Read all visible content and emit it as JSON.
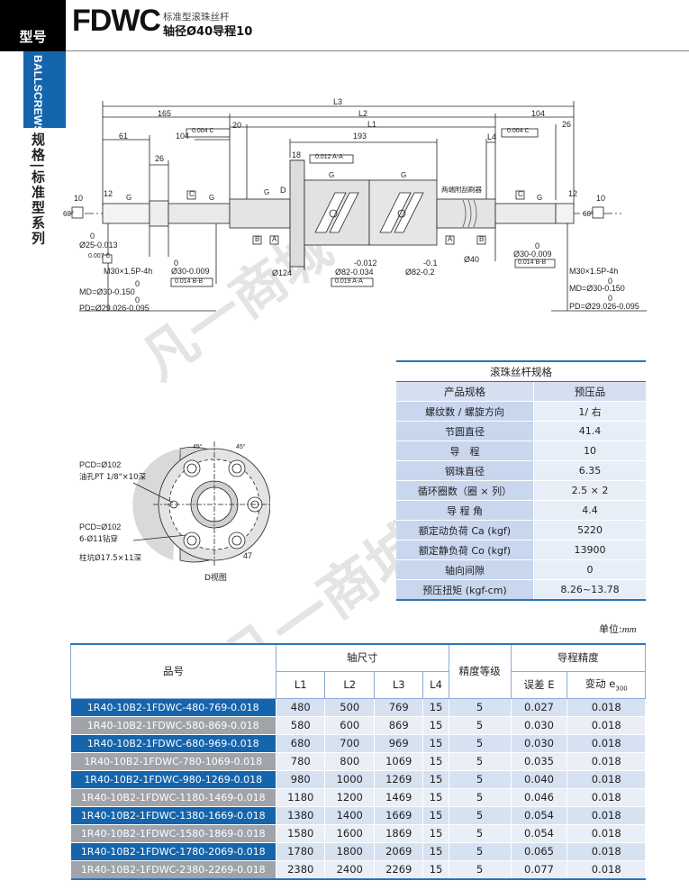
{
  "header": {
    "model_tab": "型号",
    "code": "FDWC",
    "subtitle": "标准型滚珠丝杆",
    "spec_line": "轴径Ø40导程10"
  },
  "sidebar": {
    "category_en": "BALLSCREWS",
    "category_cn": "规格|标准型系列"
  },
  "drawing": {
    "dims": {
      "L3": "L3",
      "L2": "L2",
      "L1": "L1",
      "L4": "L4",
      "d165": "165",
      "d104a": "104",
      "d104b": "104",
      "d20": "20",
      "d26a": "26",
      "d26b": "26",
      "d61": "61",
      "d193": "193",
      "d18": "18",
      "d10a": "10",
      "d10b": "10",
      "d12a": "12",
      "d12b": "12",
      "a60a": "60°",
      "a60b": "60°",
      "tol_shaft25": "Ø25-0.013",
      "zero1": "0",
      "runout1": "0.007 C",
      "perp1": "0.004 C",
      "perp2": "0.004 C",
      "runout_aa": "0.012 A-A",
      "m30_left": "M30×1.5P-4h",
      "zero2": "0",
      "shaft30_left": "Ø30-0.009",
      "runout_left": "0.014 B-B",
      "zero3": "0",
      "md_left": "MD=Ø30-0.150",
      "zero4": "0",
      "pd_left": "PD=Ø29.026-0.095",
      "flange124": "Ø124",
      "nut82a_top": "-0.012",
      "nut82a": "Ø82-0.034",
      "run82": "0.019 A-A",
      "nut82b_top": "-0.1",
      "nut82b": "Ø82-0.2",
      "shaft40": "Ø40",
      "zero5": "0",
      "shaft30_right": "Ø30-0.009",
      "runout_right": "0.014 B-B",
      "m30_right": "M30×1.5P-4h",
      "zero6": "0",
      "md_right": "MD=Ø30-0.150",
      "zero7": "0",
      "pd_right": "PD=Ø29.026-0.095",
      "wiper_note": "两端附刮刷器",
      "D": "D",
      "A": "A",
      "B": "B",
      "C": "C",
      "G": "G"
    },
    "flange_view": {
      "pcd1": "PCD=Ø102",
      "oil_hole": "油孔PT 1/8\"×10深",
      "pcd2": "PCD=Ø102",
      "holes": "6-Ø11钻穿",
      "counterbore": "柱坑Ø17.5×11深",
      "ang1": "45°",
      "ang2": "45°",
      "d47": "47",
      "caption": "D视图"
    }
  },
  "spec_table": {
    "title": "滚珠丝杆规格",
    "header": [
      "产品规格",
      "预压品"
    ],
    "rows": [
      [
        "螺纹数 / 螺旋方向",
        "1/ 右"
      ],
      [
        "节圆直径",
        "41.4"
      ],
      [
        "导　程",
        "10"
      ],
      [
        "钢珠直径",
        "6.35"
      ],
      [
        "循环圈数（圈 × 列）",
        "2.5 × 2"
      ],
      [
        "导 程 角",
        "4.4"
      ],
      [
        "额定动负荷 Ca (kgf)",
        "5220"
      ],
      [
        "额定静负荷 Co (kgf)",
        "13900"
      ],
      [
        "轴向间隙",
        "0"
      ],
      [
        "预压扭矩 (kgf-cm)",
        "8.26~13.78"
      ]
    ]
  },
  "main_table": {
    "unit_prefix": "单位:",
    "unit": "mm",
    "h_part": "品号",
    "h_shaft": "轴尺寸",
    "h_grade": "精度等级",
    "h_lead": "导程精度",
    "cols": [
      "L1",
      "L2",
      "L3",
      "L4"
    ],
    "h_err": "误差 E",
    "h_var": "变动 e",
    "h_var_sub": "300",
    "rows": [
      [
        "1R40-10B2-1FDWC-480-769-0.018",
        "480",
        "500",
        "769",
        "15",
        "5",
        "0.027",
        "0.018"
      ],
      [
        "1R40-10B2-1FDWC-580-869-0.018",
        "580",
        "600",
        "869",
        "15",
        "5",
        "0.030",
        "0.018"
      ],
      [
        "1R40-10B2-1FDWC-680-969-0.018",
        "680",
        "700",
        "969",
        "15",
        "5",
        "0.030",
        "0.018"
      ],
      [
        "1R40-10B2-1FDWC-780-1069-0.018",
        "780",
        "800",
        "1069",
        "15",
        "5",
        "0.035",
        "0.018"
      ],
      [
        "1R40-10B2-1FDWC-980-1269-0.018",
        "980",
        "1000",
        "1269",
        "15",
        "5",
        "0.040",
        "0.018"
      ],
      [
        "1R40-10B2-1FDWC-1180-1469-0.018",
        "1180",
        "1200",
        "1469",
        "15",
        "5",
        "0.046",
        "0.018"
      ],
      [
        "1R40-10B2-1FDWC-1380-1669-0.018",
        "1380",
        "1400",
        "1669",
        "15",
        "5",
        "0.054",
        "0.018"
      ],
      [
        "1R40-10B2-1FDWC-1580-1869-0.018",
        "1580",
        "1600",
        "1869",
        "15",
        "5",
        "0.054",
        "0.018"
      ],
      [
        "1R40-10B2-1FDWC-1780-2069-0.018",
        "1780",
        "1800",
        "2069",
        "15",
        "5",
        "0.065",
        "0.018"
      ],
      [
        "1R40-10B2-1FDWC-2380-2269-0.018",
        "2380",
        "2400",
        "2269",
        "15",
        "5",
        "0.077",
        "0.018"
      ]
    ]
  },
  "watermark": "凡一商城"
}
